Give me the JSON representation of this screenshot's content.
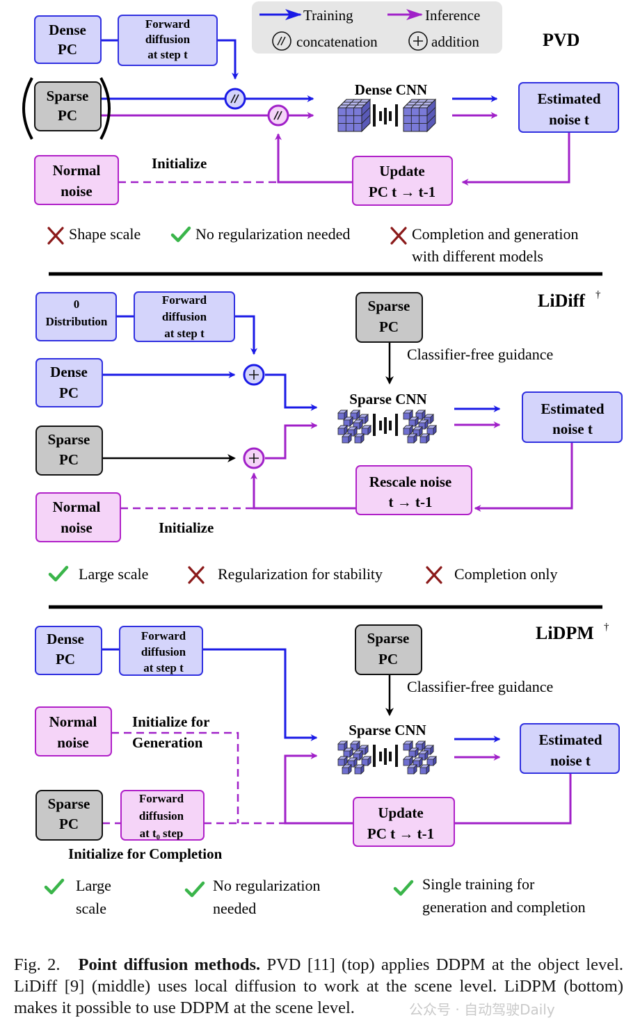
{
  "legend": {
    "training": "Training",
    "inference": "Inference",
    "concatenation": "concatenation",
    "addition": "addition"
  },
  "colors": {
    "training": "#1a1ae6",
    "inference": "#a020c8",
    "dense_fill": "#d4d4fb",
    "dense_stroke": "#3030e0",
    "sparse_fill": "#c8c8c8",
    "noise_fill": "#f5d4f8",
    "noise_stroke": "#b020c8",
    "check": "#3ab54a",
    "cross": "#8b1a1a"
  },
  "pvd": {
    "title": "PVD",
    "dense_pc": [
      "Dense",
      "PC"
    ],
    "forward": [
      "Forward",
      "diffusion",
      "at  step t"
    ],
    "sparse_pc": [
      "Sparse",
      "PC"
    ],
    "network": "Dense CNN",
    "estimated": [
      "Estimated",
      "noise t"
    ],
    "normal_noise": [
      "Normal",
      "noise"
    ],
    "initialize": "Initialize",
    "update": [
      "Update",
      "PC t → t-1"
    ],
    "pros_cons": [
      {
        "mark": "cross",
        "lines": [
          "Shape scale"
        ]
      },
      {
        "mark": "check",
        "lines": [
          "No regularization needed"
        ]
      },
      {
        "mark": "cross",
        "lines": [
          "Completion and generation",
          "with different models"
        ]
      }
    ]
  },
  "lidiff": {
    "title": "LiDiff",
    "dagger": "†",
    "zero_dist": [
      "0",
      "Distribution"
    ],
    "forward": [
      "Forward",
      "diffusion",
      "at  step t"
    ],
    "dense_pc": [
      "Dense",
      "PC"
    ],
    "sparse_pc_input": [
      "Sparse",
      "PC"
    ],
    "sparse_pc_cond": [
      "Sparse",
      "PC"
    ],
    "guidance": "Classifier-free guidance",
    "network": "Sparse CNN",
    "estimated": [
      "Estimated",
      "noise t"
    ],
    "rescale": [
      "Rescale noise",
      "t → t-1"
    ],
    "normal_noise": [
      "Normal",
      "noise"
    ],
    "initialize": "Initialize",
    "pros_cons": [
      {
        "mark": "check",
        "lines": [
          "Large scale"
        ]
      },
      {
        "mark": "cross",
        "lines": [
          "Regularization for stability"
        ]
      },
      {
        "mark": "cross",
        "lines": [
          "Completion only"
        ]
      }
    ]
  },
  "lidpm": {
    "title": "LiDPM",
    "dagger": "†",
    "dense_pc": [
      "Dense",
      "PC"
    ],
    "forward": [
      "Forward",
      "diffusion",
      "at  step t"
    ],
    "sparse_pc_cond": [
      "Sparse",
      "PC"
    ],
    "guidance": "Classifier-free guidance",
    "normal_noise": [
      "Normal",
      "noise"
    ],
    "init_generation": [
      "Initialize for",
      "Generation"
    ],
    "network": "Sparse CNN",
    "estimated": [
      "Estimated",
      "noise t"
    ],
    "sparse_pc_input": [
      "Sparse",
      "PC"
    ],
    "forward_t0": [
      "Forward",
      "diffusion",
      "at t₀ step"
    ],
    "update": [
      "Update",
      "PC t → t-1"
    ],
    "init_completion": "Initialize for Completion",
    "pros_cons": [
      {
        "mark": "check",
        "lines": [
          "Large",
          "scale"
        ]
      },
      {
        "mark": "check",
        "lines": [
          "No regularization",
          "needed"
        ]
      },
      {
        "mark": "check",
        "lines": [
          "Single training for",
          "generation and completion"
        ]
      }
    ]
  },
  "caption": {
    "fig": "Fig. 2.",
    "bold": "Point diffusion methods.",
    "text": " PVD [11] (top) applies DDPM at the object level. LiDiff [9] (middle) uses local diffusion to work at the scene level. LiDPM (bottom) makes it possible to use DDPM at the scene level."
  },
  "watermark": "公众号 · 自动驾驶Daily"
}
